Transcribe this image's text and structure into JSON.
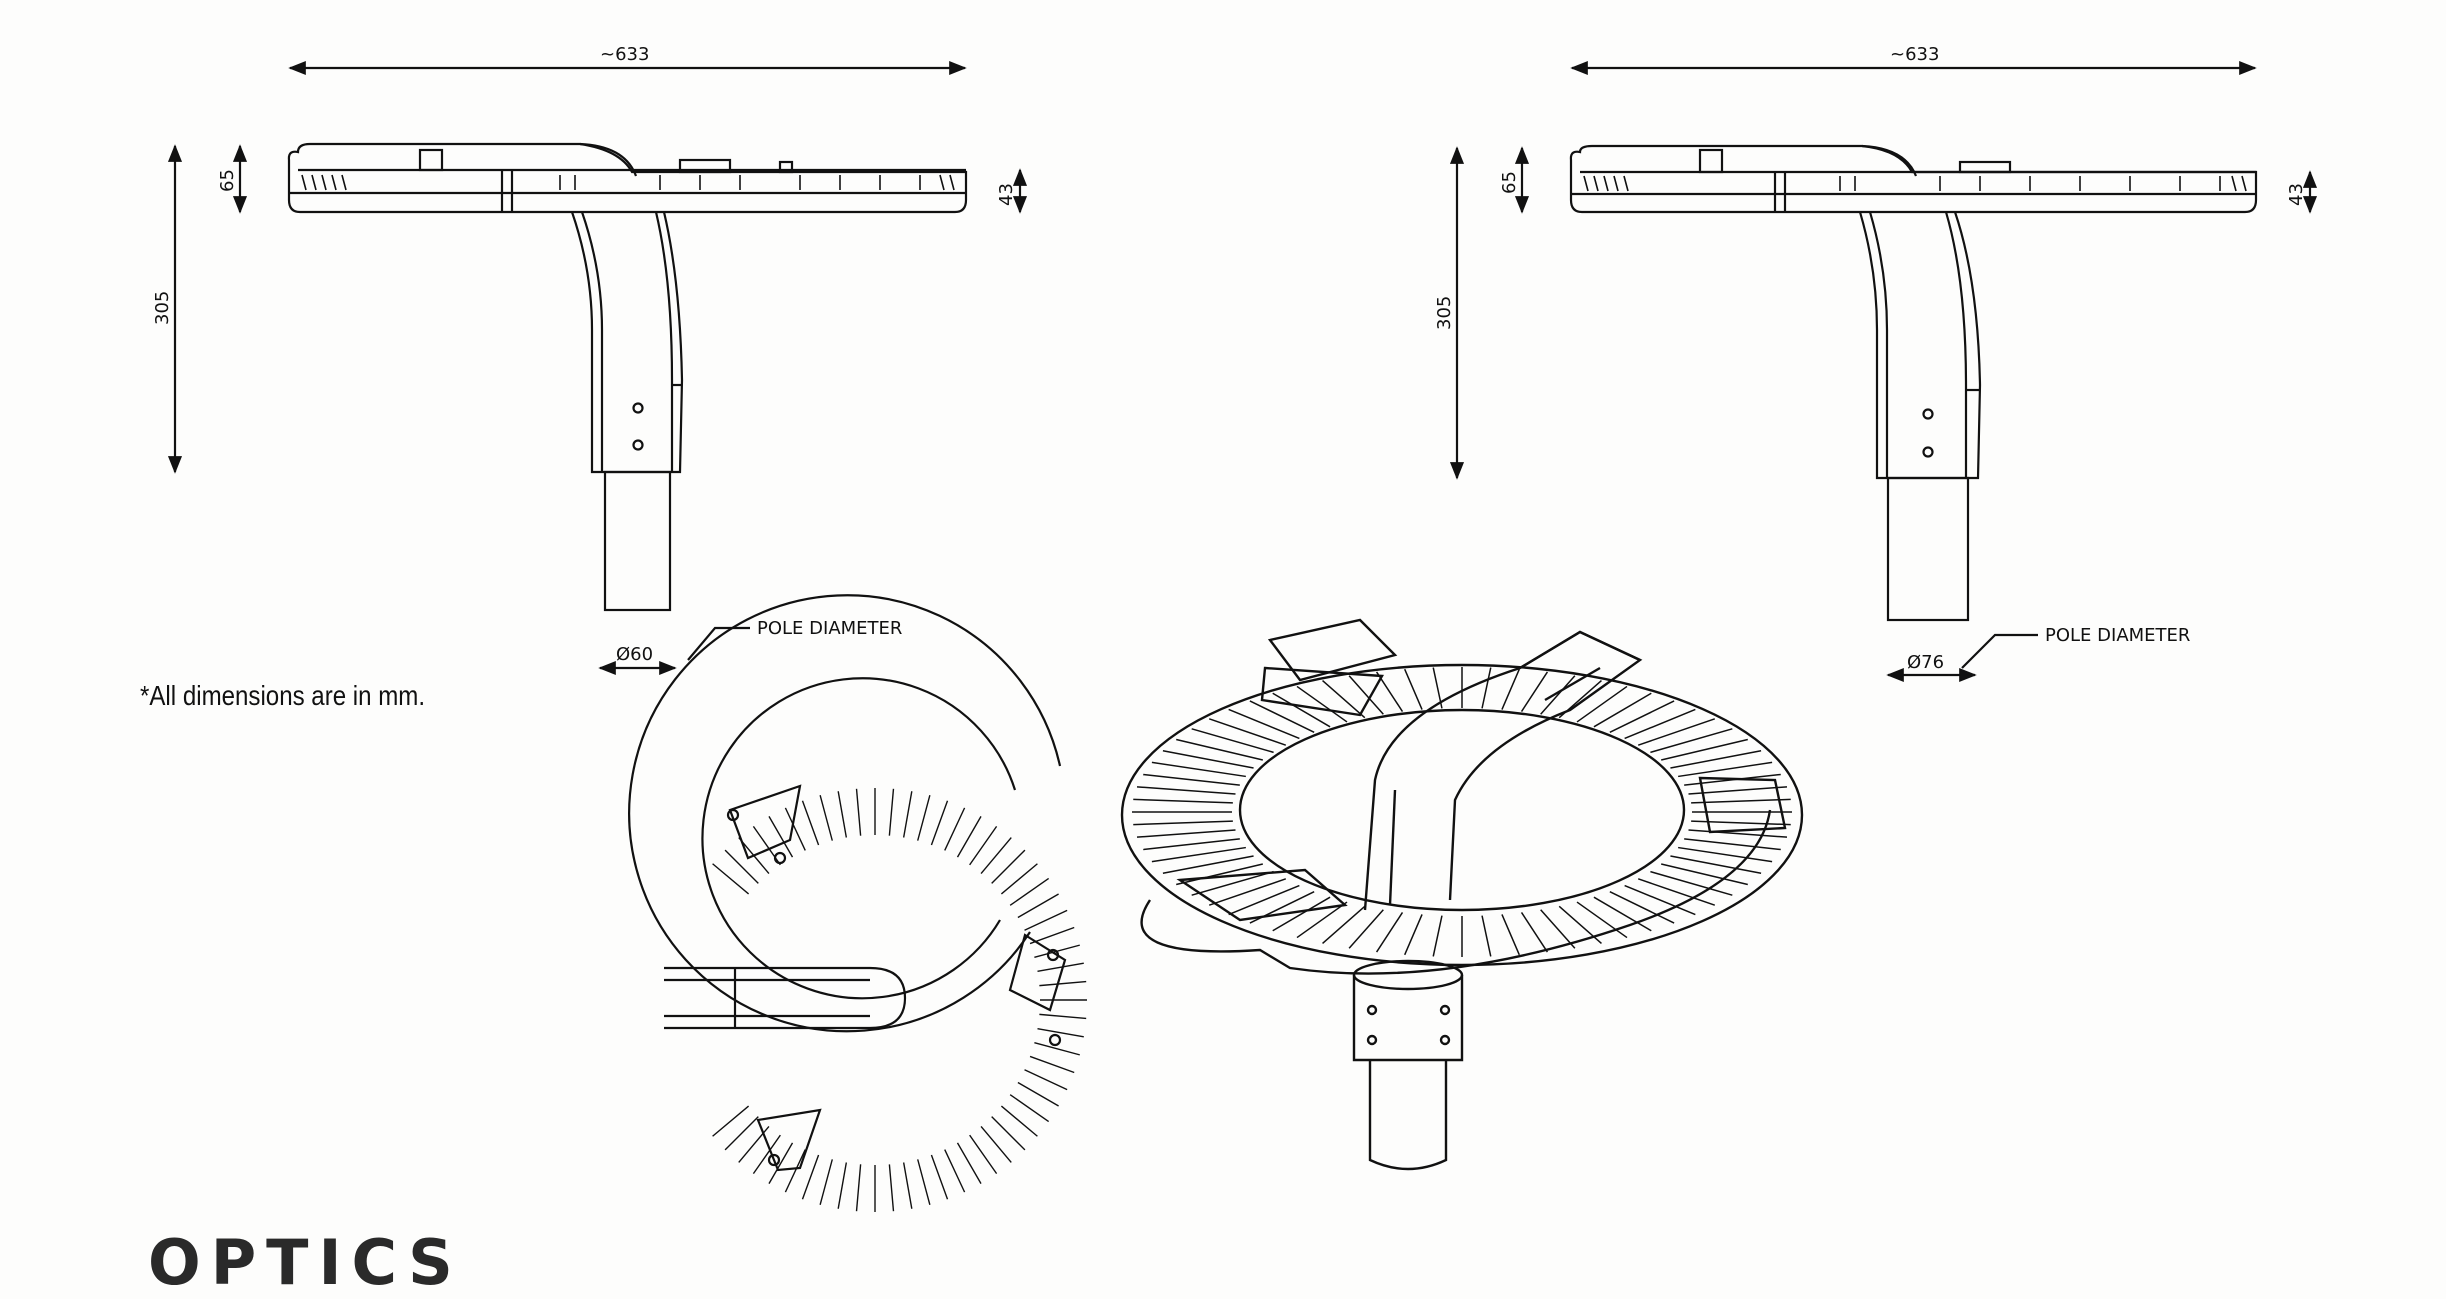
{
  "drawing": {
    "note": "*All dimensions are in mm.",
    "section_heading": "OPTICS",
    "colors": {
      "line": "#111111",
      "paper": "#fdfdfc"
    },
    "views": [
      {
        "width_label": "~633",
        "height_label": "305",
        "top_height_label": "65",
        "edge_height_label": "43",
        "pole_diameter": "Ø60",
        "pole_label": "POLE DIAMETER"
      },
      {
        "width_label": "~633",
        "height_label": "305",
        "top_height_label": "65",
        "edge_height_label": "43",
        "pole_diameter": "Ø76",
        "pole_label": "POLE DIAMETER"
      }
    ]
  }
}
